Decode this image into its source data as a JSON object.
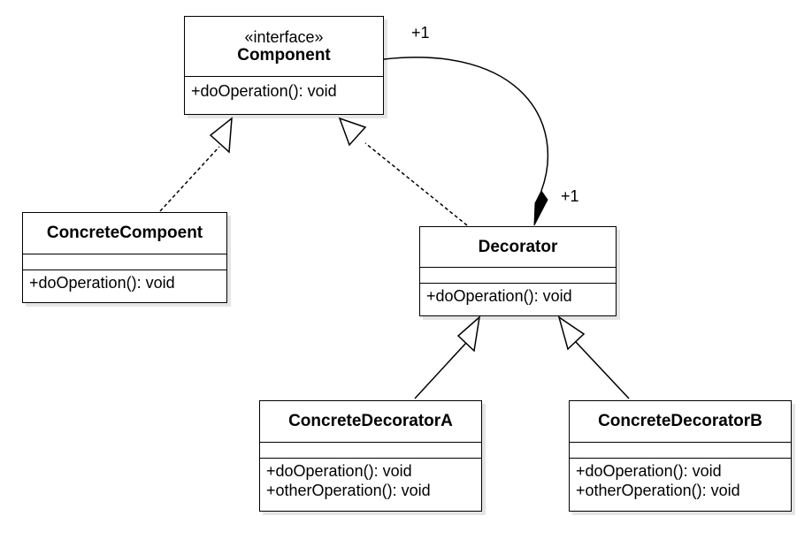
{
  "classes": {
    "component": {
      "stereotype": "«interface»",
      "name": "Component",
      "operations": [
        "+doOperation(): void"
      ]
    },
    "concrete_component": {
      "name": "ConcreteCompoent",
      "operations": [
        "+doOperation(): void"
      ]
    },
    "decorator": {
      "name": "Decorator",
      "operations": [
        "+doOperation(): void"
      ]
    },
    "concrete_decorator_a": {
      "name": "ConcreteDecoratorA",
      "operations": [
        "+doOperation(): void",
        "+otherOperation(): void"
      ]
    },
    "concrete_decorator_b": {
      "name": "ConcreteDecoratorB",
      "operations": [
        "+doOperation(): void",
        "+otherOperation(): void"
      ]
    }
  },
  "relationships": [
    {
      "type": "realization",
      "from": "ConcreteCompoent",
      "to": "Component"
    },
    {
      "type": "realization",
      "from": "Decorator",
      "to": "Component"
    },
    {
      "type": "composition",
      "from": "Decorator",
      "to": "Component",
      "multiplicity_source": "+1",
      "multiplicity_target": "+1"
    },
    {
      "type": "generalization",
      "from": "ConcreteDecoratorA",
      "to": "Decorator"
    },
    {
      "type": "generalization",
      "from": "ConcreteDecoratorB",
      "to": "Decorator"
    }
  ],
  "multiplicity": {
    "component_end": "+1",
    "decorator_end": "+1"
  }
}
